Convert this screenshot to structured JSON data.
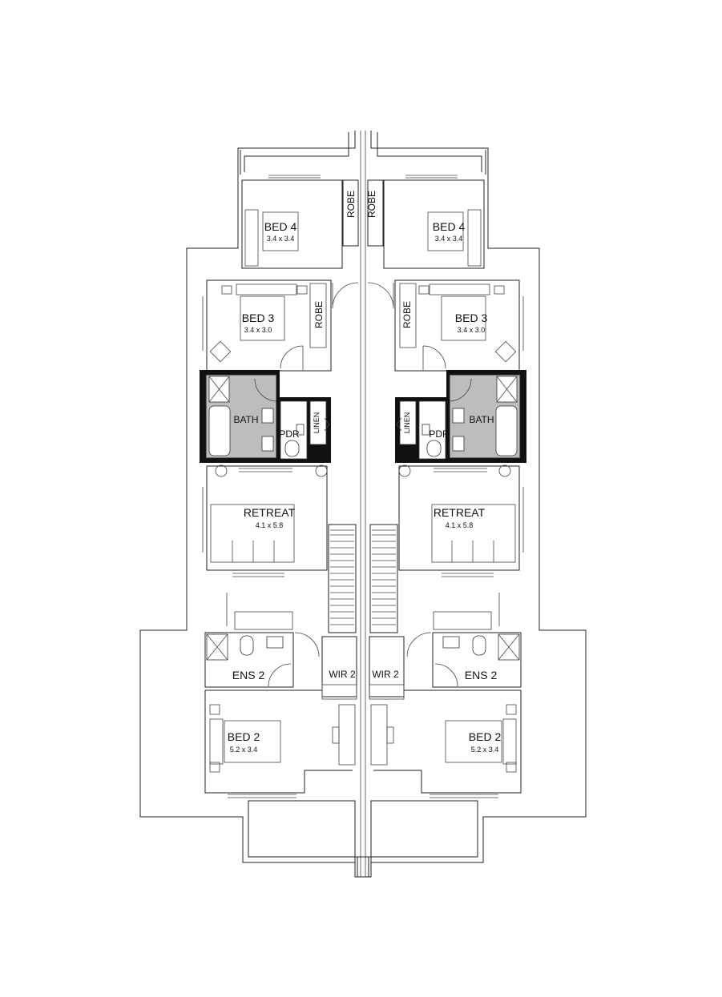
{
  "rooms": {
    "left": {
      "bed4": {
        "name": "BED 4",
        "dim": "3.4 x 3.4"
      },
      "robe_top": "ROBE",
      "bed3": {
        "name": "BED 3",
        "dim": "3.4 x 3.0"
      },
      "robe_bed3": "ROBE",
      "bath": "BATH",
      "pdr": "PDR",
      "linen": "LINEN",
      "retreat": {
        "name": "RETREAT",
        "dim": "4.1 x 5.8"
      },
      "ens2": "ENS 2",
      "wir2": "WIR 2",
      "bed2": {
        "name": "BED 2",
        "dim": "5.2 x 3.4"
      }
    },
    "right": {
      "bed4": {
        "name": "BED 4",
        "dim": "3.4 x 3.4"
      },
      "robe_top": "ROBE",
      "bed3": {
        "name": "BED 3",
        "dim": "3.4 x 3.0"
      },
      "robe_bed3": "ROBE",
      "bath": "BATH",
      "pdr": "PDR",
      "linen": "LINEN",
      "retreat": {
        "name": "RETREAT",
        "dim": "4.1 x 5.8"
      },
      "ens2": "ENS 2",
      "wir2": "WIR 2",
      "bed2": {
        "name": "BED 2",
        "dim": "5.2 x 3.4"
      }
    }
  }
}
